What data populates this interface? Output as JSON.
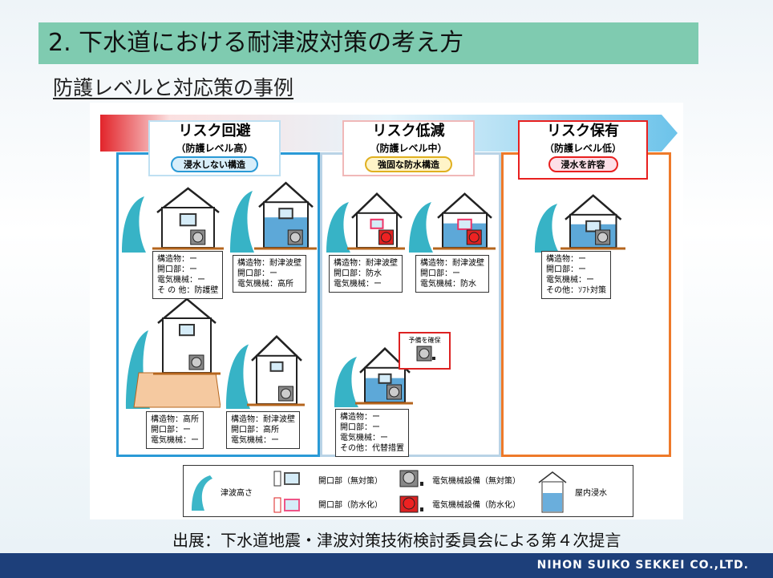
{
  "title": "2. 下水道における耐津波対策の考え方",
  "subtitle": "防護レベルと対応策の事例",
  "columns": [
    {
      "title": "リスク回避",
      "level": "（防護レベル高）",
      "policy": "浸水しない構造",
      "color": "#2a9ad6"
    },
    {
      "title": "リスク低減",
      "level": "（防護レベル中）",
      "policy": "強固な防水構造",
      "color": "#f0c040"
    },
    {
      "title": "リスク保有",
      "level": "（防護レベル低）",
      "policy": "浸水を許容",
      "color": "#e8201f"
    }
  ],
  "cases": {
    "c1a": [
      "構造物：ー",
      "開口部：ー",
      "電気機械：ー",
      "そ の 他：防護壁"
    ],
    "c1b": [
      "構造物：耐津波壁",
      "開口部：ー",
      "電気機械：高所"
    ],
    "c1c": [
      "構造物：高所",
      "開口部：ー",
      "電気機械：ー"
    ],
    "c1d": [
      "構造物：耐津波壁",
      "開口部：高所",
      "電気機械：ー"
    ],
    "c2a": [
      "構造物：耐津波壁",
      "開口部：防水",
      "電気機械：ー"
    ],
    "c2b": [
      "構造物：耐津波壁",
      "開口部：ー",
      "電気機械：防水"
    ],
    "c2c": [
      "構造物：ー",
      "開口部：ー",
      "電気機械：ー",
      "その他：代替措置"
    ],
    "c3a": [
      "構造物：ー",
      "開口部：ー",
      "電気機械：ー",
      "その他：ｿﾌﾄ対策"
    ]
  },
  "spare_label": "予備を確保",
  "legend": {
    "wave": "津波高さ",
    "opening_none": "開口部（無対策）",
    "opening_wp": "開口部（防水化）",
    "elec_none": "電気機械設備（無対策）",
    "elec_wp": "電気機械設備（防水化）",
    "flood": "屋内浸水"
  },
  "citation": "出展：下水道地震・津波対策技術検討委員会による第４次提言",
  "footer": "NIHON SUIKO SEKKEI CO.,LTD."
}
